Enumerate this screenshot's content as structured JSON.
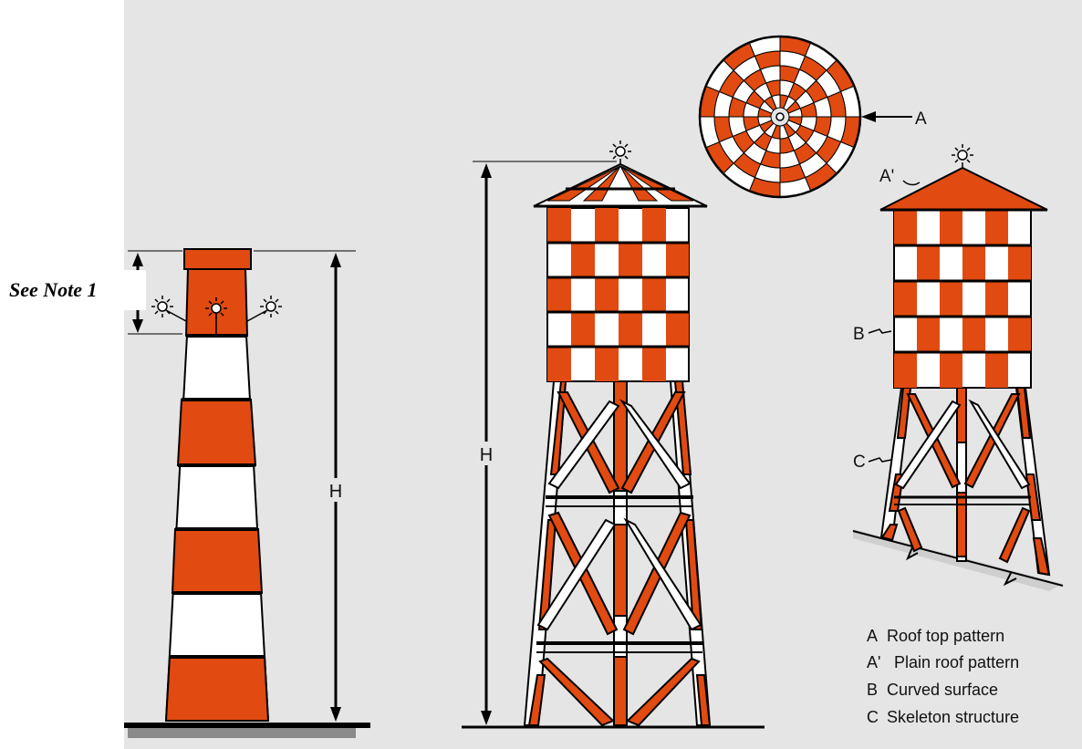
{
  "note_text": "See Note 1",
  "labels": {
    "h_left": "H",
    "h_middle": "H",
    "a": "A",
    "a_prime": "A'",
    "b": "B",
    "c": "C"
  },
  "legend": [
    {
      "key": "A",
      "text": "Roof top pattern"
    },
    {
      "key": "A'",
      "text": "Plain roof pattern"
    },
    {
      "key": "B",
      "text": "Curved surface"
    },
    {
      "key": "C",
      "text": "Skeleton structure"
    }
  ],
  "colors": {
    "orange": "#E14A10",
    "white": "#ffffff",
    "background": "#e5e5e5",
    "outline": "#000000",
    "ground_shadow": "#8a8a8a"
  }
}
